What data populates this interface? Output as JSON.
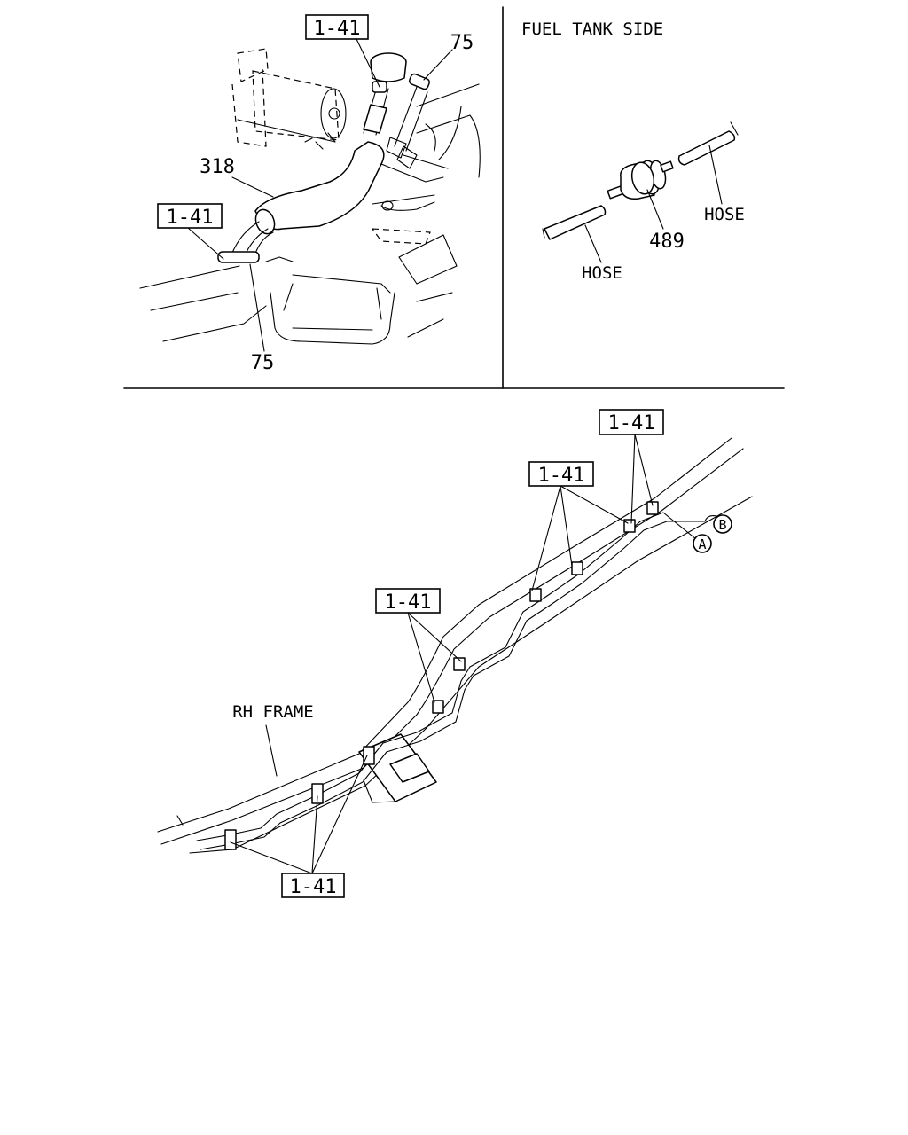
{
  "top_left": {
    "ref_top": "1-41",
    "ref_left": "1-41",
    "num_75_top": "75",
    "num_75_bottom": "75",
    "num_318": "318"
  },
  "top_right": {
    "title": "FUEL TANK SIDE",
    "part_489": "489",
    "hose_left": "HOSE",
    "hose_right": "HOSE"
  },
  "bottom": {
    "ref_a": "1-41",
    "ref_b": "1-41",
    "ref_c": "1-41",
    "ref_d": "1-41",
    "frame_label": "RH FRAME",
    "marker_a": "A",
    "marker_b": "B"
  }
}
